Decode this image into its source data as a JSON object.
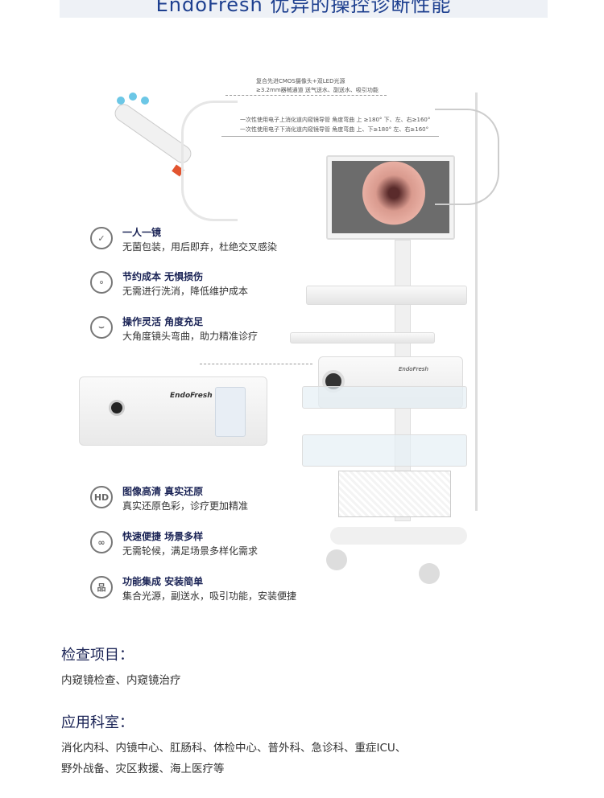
{
  "banner": {
    "title": "EndoFresh 优异的操控诊断性能"
  },
  "annotations": {
    "scope_line1": "复合先进CMOS摄像头+双LED光源",
    "scope_line2": "≥3.2mm器械通道 送气送水、副送水、吸引功能",
    "upper_gi": "一次性使用电子上消化道内窥镜导管 角度弯曲 上 ≥180° 下、左、右≥160°",
    "lower_gi": "一次性使用电子下消化道内窥镜导管 角度弯曲 上、下≥180° 左、右≥160°"
  },
  "device": {
    "brand": "EndoFresh"
  },
  "features": [
    {
      "icon": "shield-check-icon",
      "title": "一人一镜",
      "desc": "无菌包装，用后即弃，杜绝交叉感染"
    },
    {
      "icon": "circles-icon",
      "title": "节约成本 无惧损伤",
      "desc": "无需进行洗消，降低维护成本"
    },
    {
      "icon": "angle-icon",
      "title": "操作灵活  角度充足",
      "desc": "大角度镜头弯曲，助力精准诊疗"
    },
    {
      "icon": "hd-icon",
      "title": "图像高清  真实还原",
      "desc": "真实还原色彩，诊疗更加精准"
    },
    {
      "icon": "quad-circle-icon",
      "title": "快速便捷  场景多样",
      "desc": "无需轮候，满足场景多样化需求"
    },
    {
      "icon": "network-icon",
      "title": "功能集成  安装简单",
      "desc": "集合光源，副送水，吸引功能，安装便捷"
    }
  ],
  "icon_glyphs": [
    "✓",
    "⚬",
    "⌣",
    "HD",
    "∞",
    "品"
  ],
  "exam": {
    "heading": "检查项目：",
    "text": "内窥镜检查、内窥镜治疗"
  },
  "dept": {
    "heading": "应用科室：",
    "line1": "消化内科、内镜中心、肛肠科、体检中心、普外科、急诊科、重症ICU、",
    "line2": "野外战备、灾区救援、海上医疗等"
  }
}
